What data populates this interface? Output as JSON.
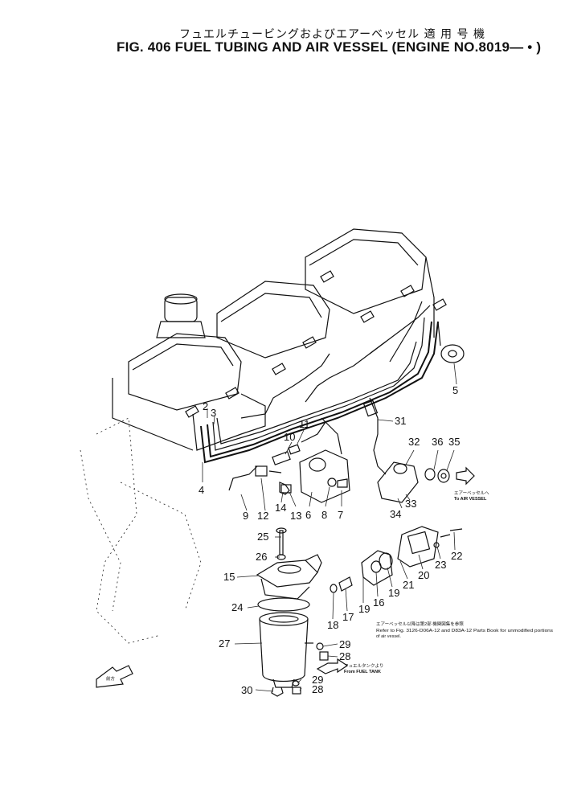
{
  "title_jp": "フュエルチュービングおよびエアーベッセル 適 用 号 機",
  "title_en": "FIG. 406  FUEL TUBING AND AIR VESSEL (ENGINE NO.8019— • )",
  "labels": {
    "n2": "2",
    "n3": "3",
    "n4": "4",
    "n5": "5",
    "n6": "6",
    "n7": "7",
    "n8": "8",
    "n9": "9",
    "n10": "10",
    "n11": "11",
    "n12": "12",
    "n13": "13",
    "n14": "14",
    "n15": "15",
    "n16": "16",
    "n17": "17",
    "n18": "18",
    "n19a": "19",
    "n19b": "19",
    "n20": "20",
    "n21": "21",
    "n22": "22",
    "n23": "23",
    "n24": "24",
    "n25": "25",
    "n26": "26",
    "n27": "27",
    "n28a": "28",
    "n28b": "28",
    "n29a": "29",
    "n29b": "29",
    "n30": "30",
    "n31": "31",
    "n32": "32",
    "n33": "33",
    "n34": "34",
    "n35": "35",
    "n36": "36"
  },
  "notes": {
    "to_air_vessel_jp": "エアーベッセルへ",
    "to_air_vessel": "To AIR VESSEL",
    "from_fuel_tank_jp": "フュエルタンクより",
    "from_fuel_tank": "From FUEL TANK",
    "refer_jp": "エアーベッセル以降は第2部 機関図集を参照",
    "refer_line1": "Refer to Fig. 3126-D06A-12 and D83A-12 Parts Book for unmodified portions",
    "refer_line2": "of air vessel.",
    "front_arrow_jp": "前方"
  }
}
